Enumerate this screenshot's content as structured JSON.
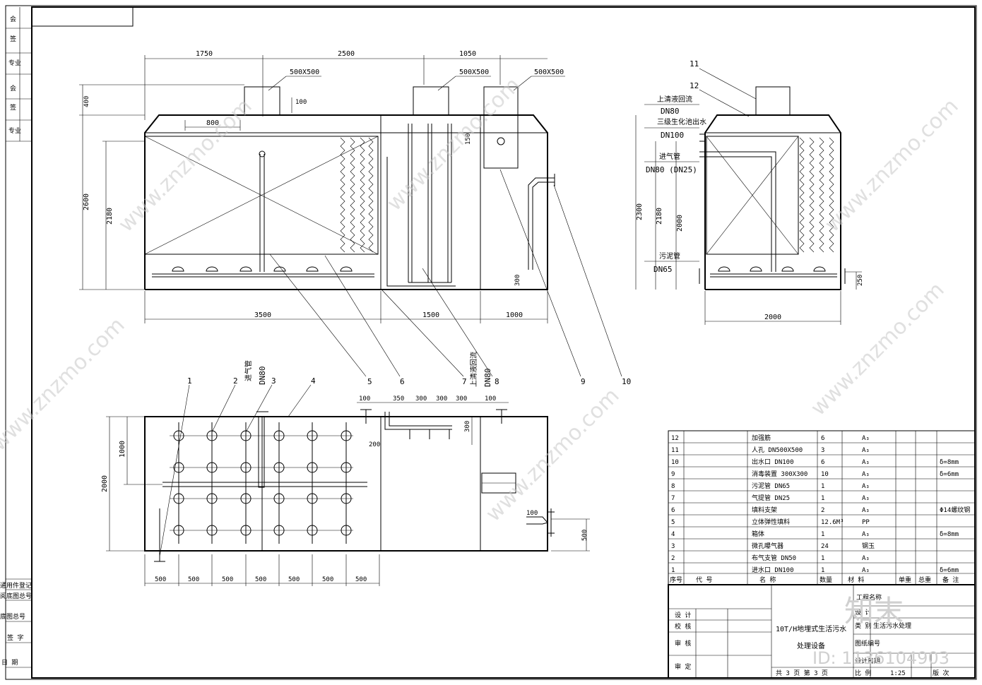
{
  "front_view": {
    "dims_top": [
      "1750",
      "2500",
      "1050"
    ],
    "dims_bottom": [
      "3500",
      "1500",
      "1000"
    ],
    "manholes": [
      "500X500",
      "500X500",
      "500X500"
    ],
    "dim_800": "800",
    "dim_100": "100",
    "dim_150": "150",
    "dim_300": "300",
    "dim_400": "400",
    "dim_2600": "2600",
    "dim_2180": "2180"
  },
  "callouts": [
    "1",
    "2",
    "3",
    "4",
    "5",
    "6",
    "7",
    "8",
    "9",
    "10",
    "11",
    "12"
  ],
  "side_view": {
    "labels": [
      "上清液回流",
      "DN80",
      "三级生化池出水",
      "DN100",
      "进气管",
      "DN80 (DN25)",
      "污泥管",
      "DN65"
    ],
    "dim_2300": "2300",
    "dim_2180": "2180",
    "dim_2000_v": "2000",
    "dim_250": "250",
    "dim_2000": "2000"
  },
  "plan_view": {
    "air_inlet": "进气管",
    "dn80_a": "DN80",
    "return": "上清液回流",
    "dn80_b": "DN80",
    "dims_top": [
      "100",
      "350",
      "300",
      "300",
      "300",
      "100"
    ],
    "dim_300": "300",
    "dim_200": "200",
    "dim_1000": "1000",
    "dim_2000": "2000",
    "dim_500_v": "500",
    "dim_100_pipe": "100",
    "dims_bottom": [
      "500",
      "500",
      "500",
      "500",
      "500",
      "500",
      "500"
    ]
  },
  "bom": {
    "rows": [
      [
        "12",
        "",
        "加强筋",
        "6",
        "A₃",
        "",
        "",
        "",
        ""
      ],
      [
        "11",
        "",
        "人孔 DN500X500",
        "3",
        "A₃",
        "",
        "",
        "",
        ""
      ],
      [
        "10",
        "",
        "出水口 DN100",
        "6",
        "A₃",
        "",
        "",
        "",
        "δ=8mm"
      ],
      [
        "9",
        "",
        "消毒装置 300X300",
        "10",
        "A₃",
        "",
        "",
        "",
        "δ=6mm"
      ],
      [
        "8",
        "",
        "污泥管 DN65",
        "1",
        "A₃",
        "",
        "",
        "",
        ""
      ],
      [
        "7",
        "",
        "气提管 DN25",
        "1",
        "A₃",
        "",
        "",
        "",
        ""
      ],
      [
        "6",
        "",
        "填料支架",
        "2",
        "A₃",
        "",
        "",
        "",
        "Φ14螺纹钢"
      ],
      [
        "5",
        "",
        "立体弹性填料",
        "12.6M³",
        "PP",
        "",
        "",
        "",
        ""
      ],
      [
        "4",
        "",
        "箱体",
        "1",
        "A₃",
        "",
        "",
        "",
        "δ=8mm"
      ],
      [
        "3",
        "",
        "微孔曝气器",
        "24",
        "钢玉",
        "",
        "",
        "",
        ""
      ],
      [
        "2",
        "",
        "布气支管 DN50",
        "1",
        "A₃",
        "",
        "",
        "",
        ""
      ],
      [
        "1",
        "",
        "进水口 DN100",
        "1",
        "A₃",
        "",
        "",
        "",
        "δ=6mm"
      ]
    ],
    "headers": [
      "序号",
      "代 号",
      "名 称",
      "数量",
      "材 料",
      "",
      "单重",
      "总重",
      "备 注"
    ]
  },
  "title_block": {
    "roles": [
      "设 计",
      "校 核",
      "审 核",
      "审 定"
    ],
    "title_line1": "10T/H地埋式生活污水",
    "title_line2": "处理设备",
    "project_name": "工程名称",
    "row_design": "设 计",
    "row_category": "类 别",
    "category_value": "生活污水处理",
    "drawing_no": "图纸编号",
    "date_label": "设计日期",
    "pages": "共 3 页  第 3 页",
    "scale_label": "比 例",
    "scale_value": "1:25",
    "version_label": "版 次"
  },
  "left_strip": {
    "labels": [
      "通用件登记",
      "阅底图总号",
      "底图总号",
      "签 字",
      "日 期"
    ],
    "vertical": [
      "会",
      "签",
      "专业",
      "会",
      "签",
      "专业"
    ]
  },
  "watermark": {
    "text": "www.znzmo.com",
    "brand": "知末",
    "id": "ID: 1136104903"
  }
}
